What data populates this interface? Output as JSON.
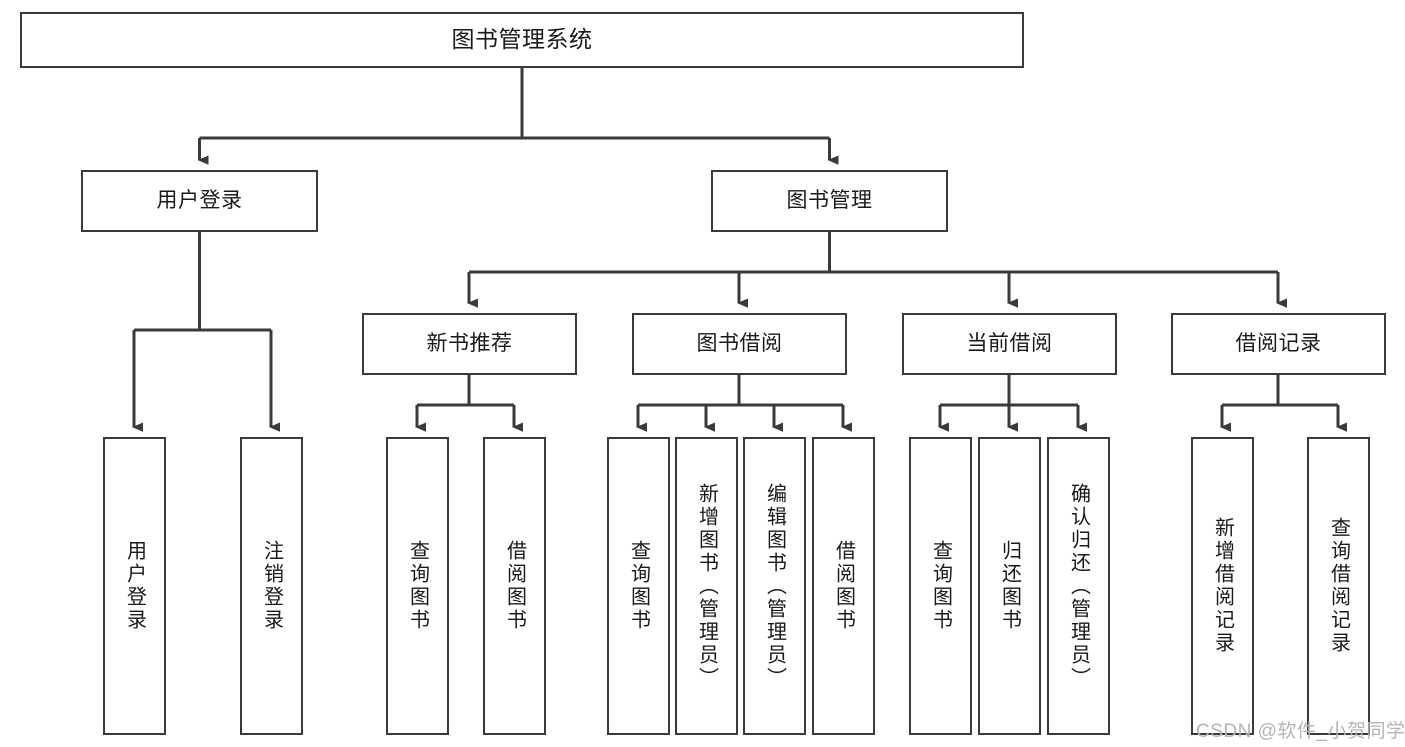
{
  "diagram": {
    "title_node": {
      "label": "图书管理系统"
    },
    "level1": [
      {
        "id": "user-login",
        "label": "用户登录"
      },
      {
        "id": "book-manage",
        "label": "图书管理"
      }
    ],
    "level2": [
      {
        "id": "new-book-recommend",
        "label": "新书推荐"
      },
      {
        "id": "book-borrow",
        "label": "图书借阅"
      },
      {
        "id": "current-borrow",
        "label": "当前借阅"
      },
      {
        "id": "borrow-record",
        "label": "借阅记录"
      }
    ],
    "leaves": [
      {
        "id": "leaf-user-login",
        "label": "用户登录",
        "parent": "user-login"
      },
      {
        "id": "leaf-logout",
        "label": "注销登录",
        "parent": "user-login"
      },
      {
        "id": "leaf-query-book-1",
        "label": "查询图书",
        "parent": "new-book-recommend"
      },
      {
        "id": "leaf-borrow-book-1",
        "label": "借阅图书",
        "parent": "new-book-recommend"
      },
      {
        "id": "leaf-query-book-2",
        "label": "查询图书",
        "parent": "book-borrow"
      },
      {
        "id": "leaf-add-book",
        "label": "新增图书（管理员）",
        "parent": "book-borrow"
      },
      {
        "id": "leaf-edit-book",
        "label": "编辑图书（管理员）",
        "parent": "book-borrow"
      },
      {
        "id": "leaf-borrow-book-2",
        "label": "借阅图书",
        "parent": "book-borrow"
      },
      {
        "id": "leaf-query-book-3",
        "label": "查询图书",
        "parent": "current-borrow"
      },
      {
        "id": "leaf-return-book",
        "label": "归还图书",
        "parent": "current-borrow"
      },
      {
        "id": "leaf-confirm-return",
        "label": "确认归还（管理员）",
        "parent": "current-borrow"
      },
      {
        "id": "leaf-add-record",
        "label": "新增借阅记录",
        "parent": "borrow-record"
      },
      {
        "id": "leaf-query-record",
        "label": "查询借阅记录",
        "parent": "borrow-record"
      }
    ],
    "watermark": "CSDN @软件_小贺同学",
    "colors": {
      "stroke": "#3a3a3a",
      "box_fill": "#ffffff",
      "text": "#1a1a1a",
      "watermark": "#b5b5b5",
      "background": "#ffffff"
    }
  }
}
